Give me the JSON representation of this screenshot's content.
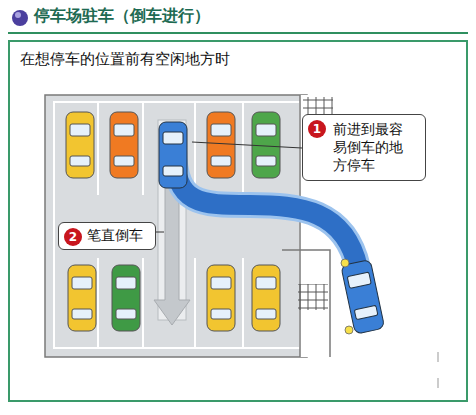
{
  "diagram": {
    "title": "停车场驻车（倒车进行）",
    "nodes": [
      {
        "text": [
          "在想停车的位置前有空闲地方时"
        ]
      },
      {
        "text": [
          "前进到最容易倒车的地方停车"
        ],
        "in": 0
      },
      {
        "text": [
          "笔直倒车"
        ],
        "in": 0
      }
    ],
    "labels": [
      "1",
      "2"
    ]
  }
}
